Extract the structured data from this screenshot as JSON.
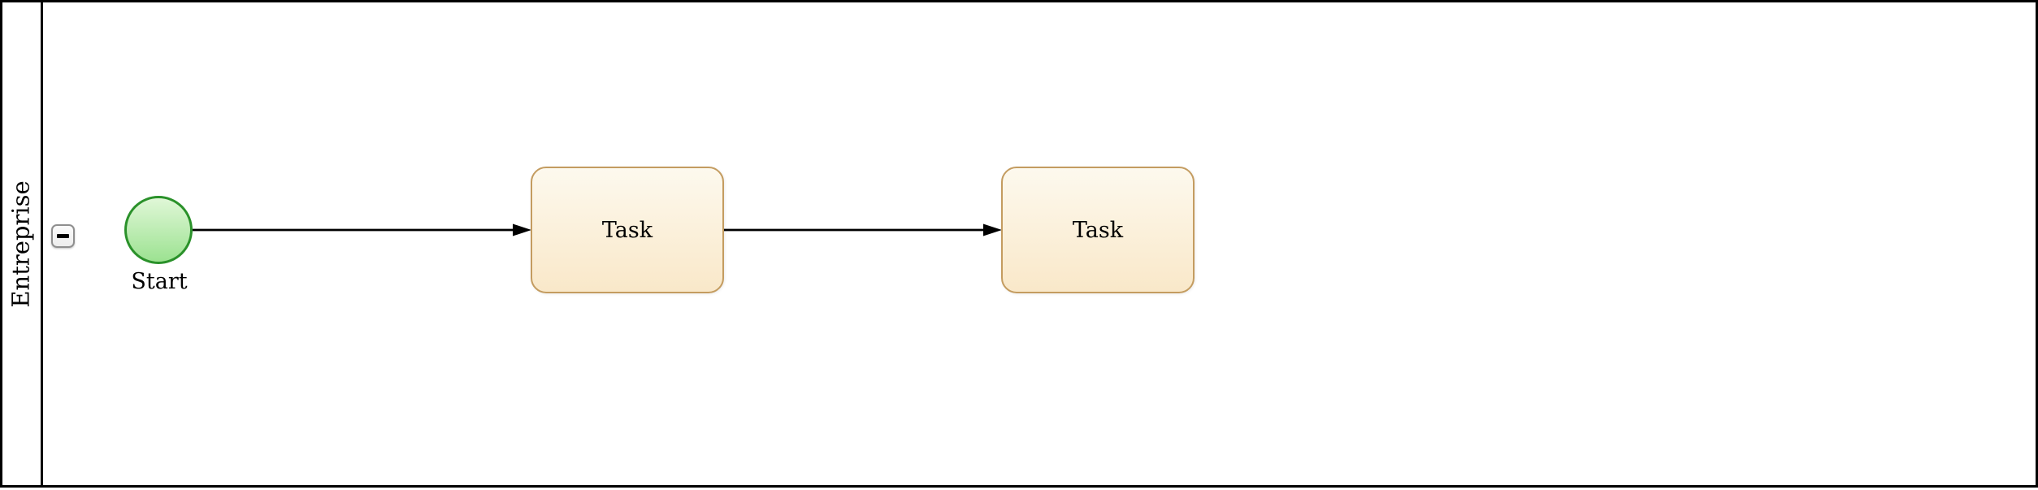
{
  "diagram": {
    "type": "bpmn-process",
    "pool": {
      "label": "Entreprise",
      "collapse_icon": "minus-icon",
      "collapsed": false
    },
    "nodes": [
      {
        "id": "start-event",
        "shape": "circle",
        "label": "Start"
      },
      {
        "id": "task-1",
        "shape": "rounded-rectangle",
        "label": "Task"
      },
      {
        "id": "task-2",
        "shape": "rounded-rectangle",
        "label": "Task"
      }
    ],
    "connections": [
      {
        "from": "start-event",
        "to": "task-1",
        "style": "solid-arrow"
      },
      {
        "from": "task-1",
        "to": "task-2",
        "style": "solid-arrow"
      }
    ],
    "colors": {
      "pool_border": "#000000",
      "start_event_stroke": "#2a912a",
      "start_event_fill_top": "#e0f7d7",
      "start_event_fill_bottom": "#9ce291",
      "task_stroke": "#c49c60",
      "task_fill_top": "#fdf9ee",
      "task_fill_bottom": "#f9e8c9",
      "arrow": "#000000",
      "collapse_button_border": "#8f8f8f"
    }
  }
}
